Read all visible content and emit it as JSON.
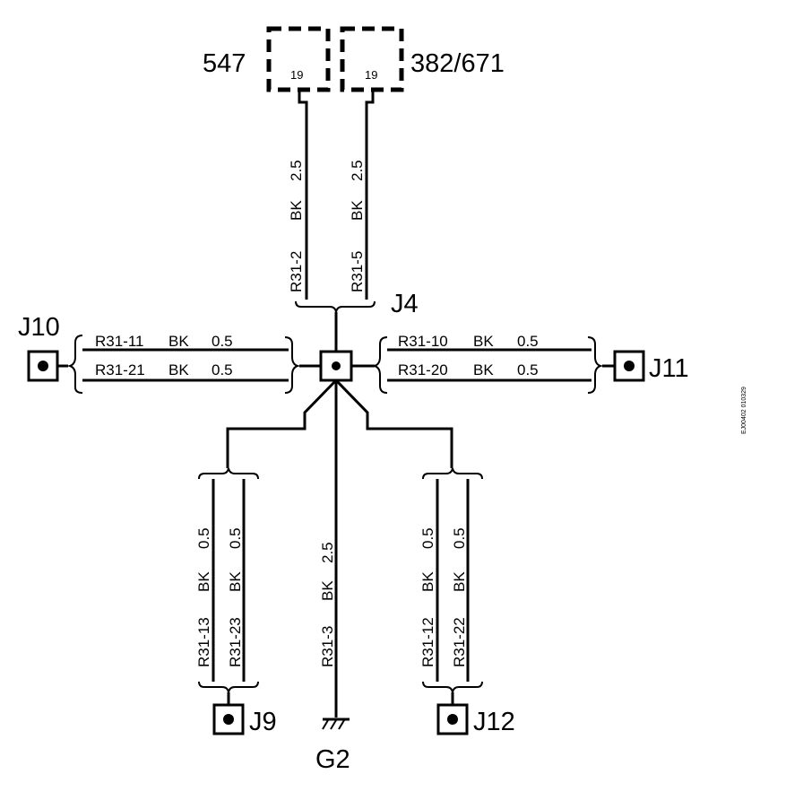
{
  "connectors": {
    "left_box_label": "547",
    "right_box_label": "382/671",
    "left_pin": "19",
    "right_pin": "19"
  },
  "splice": {
    "label": "J4"
  },
  "wires": {
    "top_left": {
      "circuit": "R31-2",
      "color": "BK",
      "size": "2.5"
    },
    "top_right": {
      "circuit": "R31-5",
      "color": "BK",
      "size": "2.5"
    },
    "left_1": {
      "circuit": "R31-11",
      "color": "BK",
      "size": "0.5"
    },
    "left_2": {
      "circuit": "R31-21",
      "color": "BK",
      "size": "0.5"
    },
    "right_1": {
      "circuit": "R31-10",
      "color": "BK",
      "size": "0.5"
    },
    "right_2": {
      "circuit": "R31-20",
      "color": "BK",
      "size": "0.5"
    },
    "bottom_left_1": {
      "circuit": "R31-13",
      "color": "BK",
      "size": "0.5"
    },
    "bottom_left_2": {
      "circuit": "R31-23",
      "color": "BK",
      "size": "0.5"
    },
    "bottom_center": {
      "circuit": "R31-3",
      "color": "BK",
      "size": "2.5"
    },
    "bottom_right_1": {
      "circuit": "R31-12",
      "color": "BK",
      "size": "0.5"
    },
    "bottom_right_2": {
      "circuit": "R31-22",
      "color": "BK",
      "size": "0.5"
    }
  },
  "junctions": {
    "left": "J10",
    "right": "J11",
    "bottom_left": "J9",
    "bottom_right": "J12"
  },
  "ground": {
    "label": "G2"
  },
  "reference_code": "EJ00402 010329"
}
